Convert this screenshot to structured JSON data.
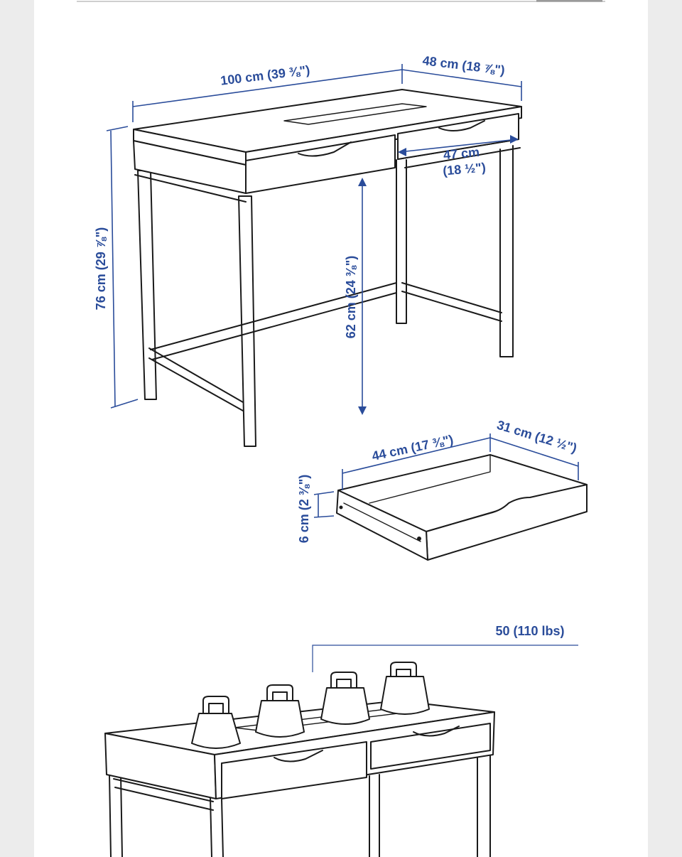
{
  "dimensions": {
    "desk_width": "100 cm (39 ⅜\")",
    "desk_depth": "48 cm (18 ⅞\")",
    "desk_height": "76 cm (29 ⅞\")",
    "leg_clearance": "62 cm (24 ⅜\")",
    "inner_depth_cm": "47 cm",
    "inner_depth_in": "(18 ½\")",
    "drawer_width": "44 cm (17 ⅜\")",
    "drawer_depth": "31 cm (12 ½\")",
    "drawer_height": "6 cm (2 ⅜\")"
  },
  "load": {
    "max_load": "50 (110 lbs)"
  },
  "colors": {
    "dimension_text": "#2a4c9a",
    "line_art": "#1a1a1a",
    "sheet_background": "#ffffff",
    "page_background": "#ececec"
  }
}
